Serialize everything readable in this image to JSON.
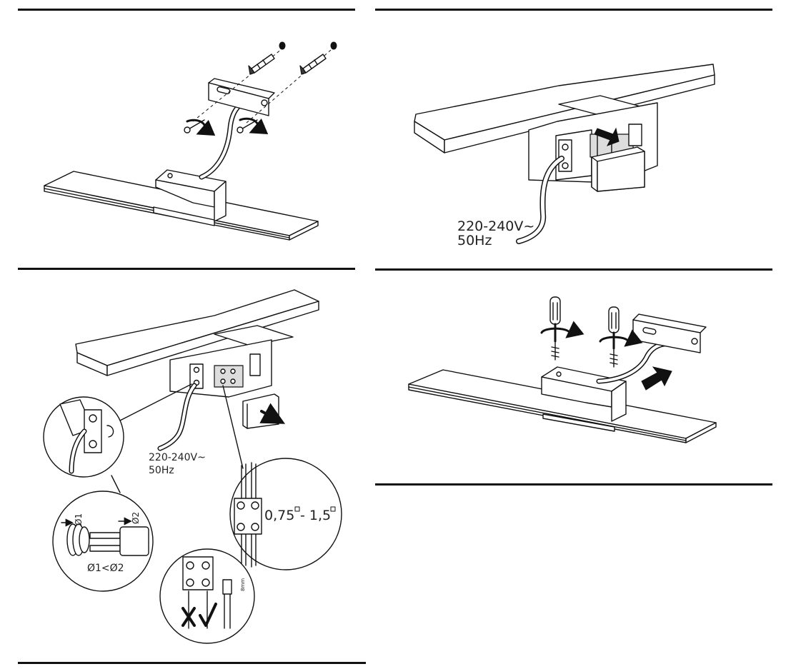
{
  "panels": {
    "mounting": {},
    "connect_cover": {
      "voltage": "220-240V~",
      "frequency": "50Hz"
    },
    "wiring": {
      "voltage": "220-240V~",
      "frequency": "50Hz",
      "d1": "Ø1",
      "d2": "Ø2",
      "diameter_rule": "Ø1<Ø2",
      "cross_section_min": "0,75",
      "cross_section_sep": "- 1,5",
      "strip_length": "8mm"
    },
    "fixing": {}
  }
}
